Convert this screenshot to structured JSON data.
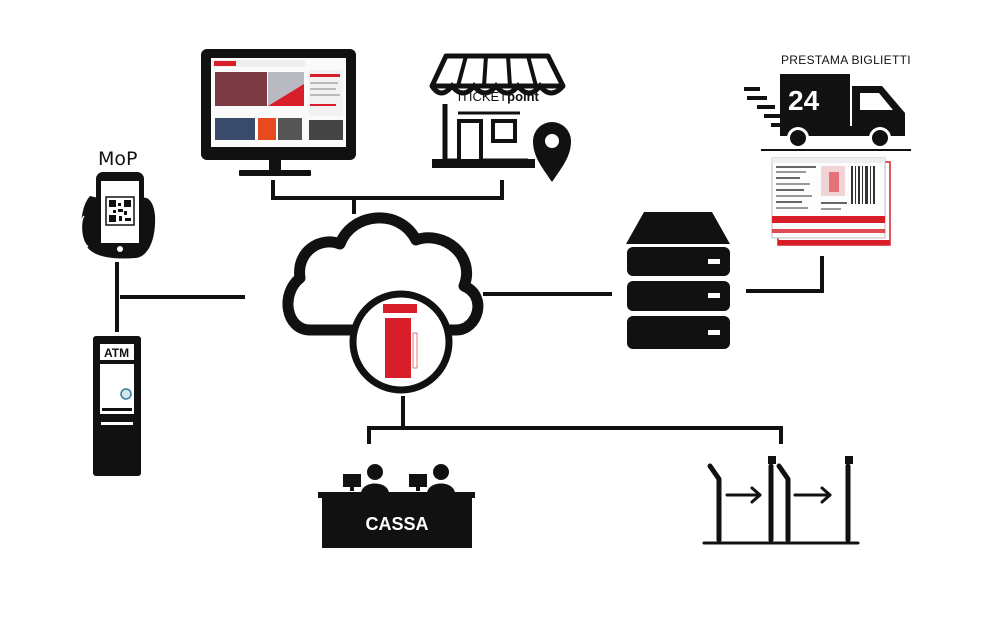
{
  "labels": {
    "mop": "MoP",
    "atm": "ATM",
    "prestama": "PRESTAMA BIGLIETTI",
    "shop_brand_a": "iTICKET",
    "shop_brand_b": "point",
    "truck_number": "24",
    "cassa": "CASSA"
  },
  "colors": {
    "ink": "#111111",
    "accent": "#d81e28",
    "background": "#ffffff"
  },
  "icons": [
    "monitor-icon",
    "ticket-shop-icon",
    "location-pin-icon",
    "delivery-truck-icon",
    "printed-ticket-icon",
    "smartphone-qr-icon",
    "cloud-icon",
    "brand-logo-icon",
    "server-icon",
    "atm-icon",
    "cashier-desk-icon",
    "turnstile-icon"
  ]
}
